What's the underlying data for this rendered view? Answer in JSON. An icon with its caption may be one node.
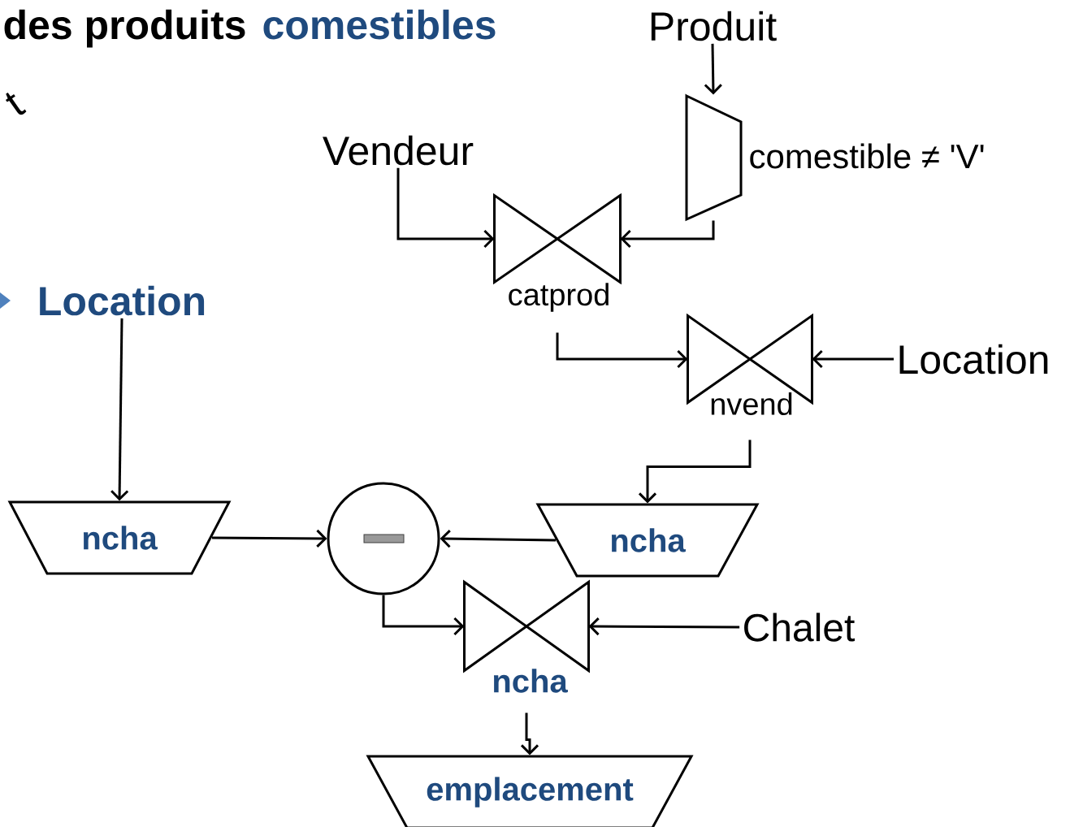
{
  "diagram": {
    "nodes": [
      {
        "text": [
          "Produit"
        ]
      },
      {
        "text": [],
        "shape": "trapezoid",
        "beside": [
          "comestible ≠ 'V'"
        ]
      },
      {
        "text": [
          "Vendeur"
        ]
      },
      {
        "text": [],
        "shape": "bowtie",
        "beside": [
          "catprod"
        ]
      },
      {
        "text": [
          "Location"
        ]
      },
      {
        "text": [],
        "shape": "bowtie",
        "beside": [
          "nvend"
        ]
      },
      {
        "text": [
          "ncha"
        ]
      },
      {
        "text": [
          "Location"
        ]
      },
      {
        "text": [
          "ncha"
        ]
      },
      {
        "text": [],
        "shape": "circle"
      },
      {
        "text": [
          "Chalet"
        ]
      },
      {
        "text": [],
        "shape": "bowtie",
        "beside": [
          "ncha"
        ]
      },
      {
        "text": [
          "emplacement"
        ]
      }
    ],
    "edges": [
      {
        "from": 0,
        "to": 1,
        "arrow": "to"
      },
      {
        "from": 1,
        "to": 3,
        "arrow": "to"
      },
      {
        "from": 2,
        "to": 3,
        "arrow": "to"
      },
      {
        "from": 3,
        "to": 5,
        "arrow": "to"
      },
      {
        "from": 4,
        "to": 5,
        "arrow": "to"
      },
      {
        "from": 5,
        "to": 6,
        "arrow": "to"
      },
      {
        "from": 7,
        "to": 8,
        "arrow": "to"
      },
      {
        "from": 8,
        "to": 9,
        "arrow": "to"
      },
      {
        "from": 6,
        "to": 9,
        "arrow": "to"
      },
      {
        "from": 9,
        "to": 11,
        "arrow": "to"
      },
      {
        "from": 10,
        "to": 11,
        "arrow": "to"
      },
      {
        "from": 11,
        "to": 12,
        "arrow": "to"
      }
    ],
    "labels": [
      "des produits",
      "comestibles",
      "t"
    ]
  }
}
